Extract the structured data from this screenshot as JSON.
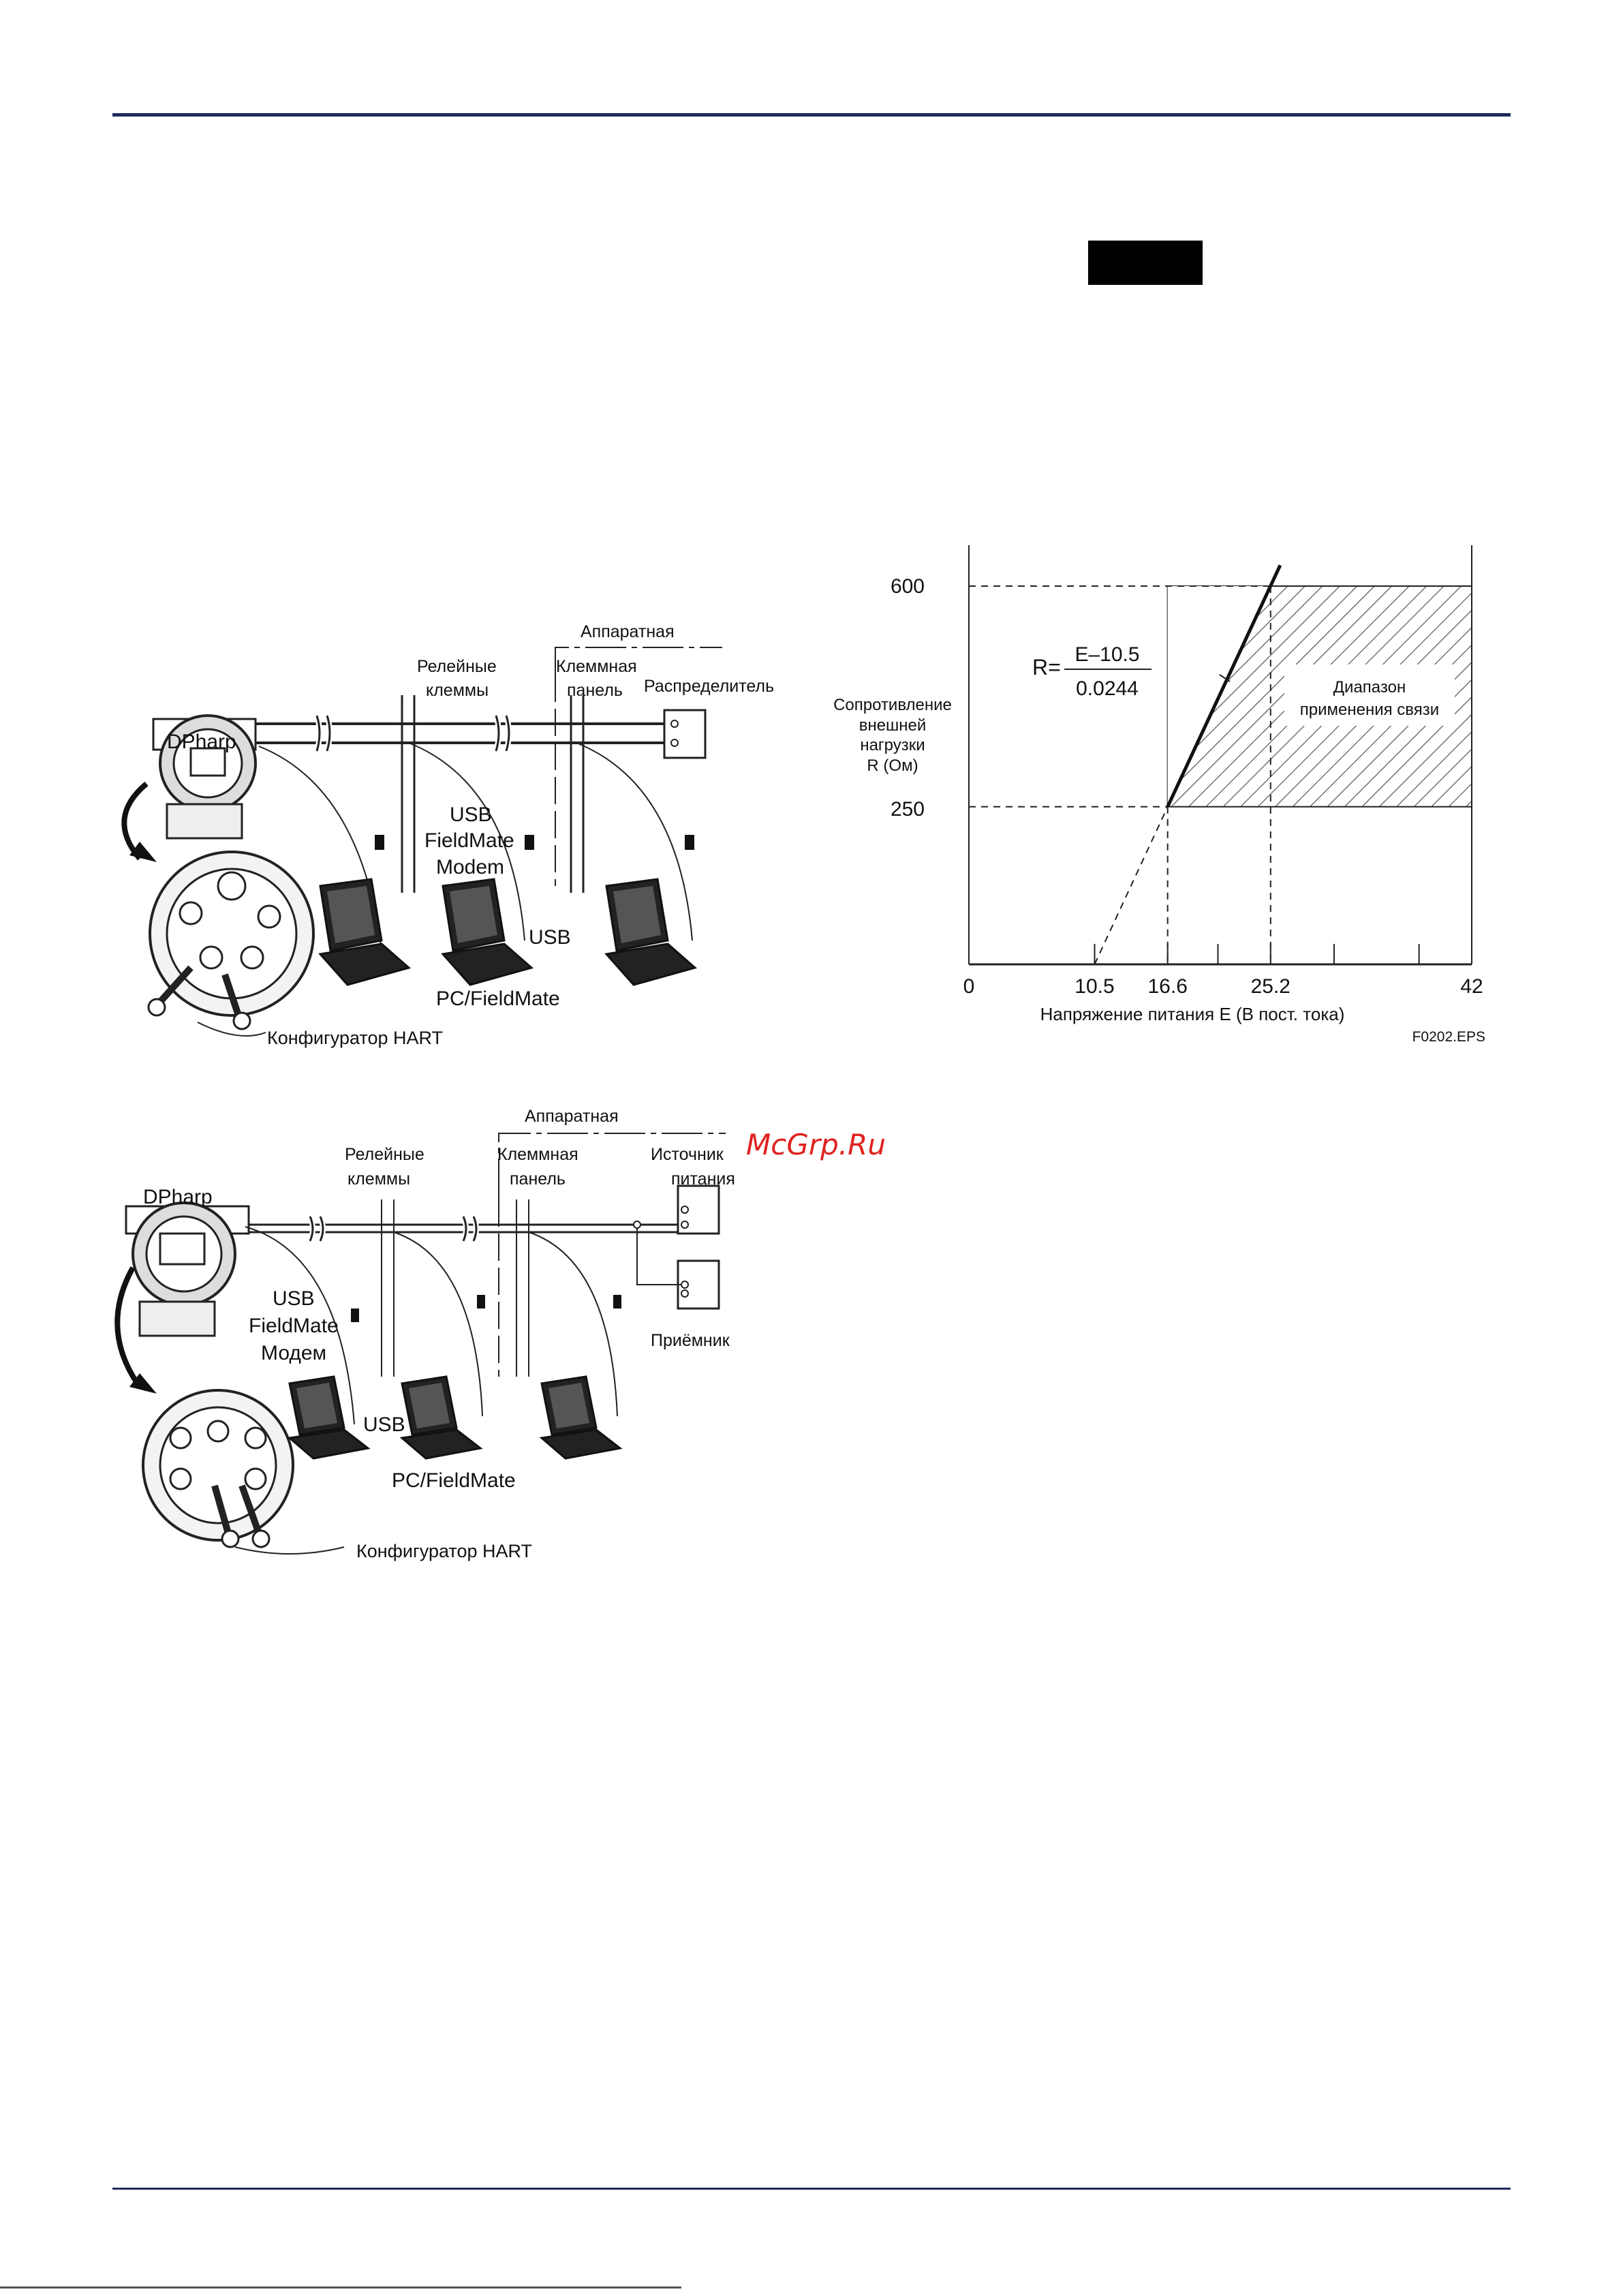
{
  "figure1": {
    "device": "DPharp",
    "relay": [
      "Релейные",
      "клеммы"
    ],
    "hardware": "Аппаратная",
    "terminal": [
      "Клеммная",
      "панель"
    ],
    "distributor": "Распределитель",
    "modem": [
      "USB",
      "FieldMate",
      "Modem"
    ],
    "usb": "USB",
    "pc": "PC/FieldMate",
    "hart": "Конфигуратор HART"
  },
  "figure2": {
    "device": "DPharp",
    "relay": [
      "Релейные",
      "клеммы"
    ],
    "hardware": "Аппаратная",
    "terminal": [
      "Клеммная",
      "панель"
    ],
    "power": [
      "Источник",
      "питания"
    ],
    "receiver": "Приёмник",
    "modem": [
      "USB",
      "FieldMate",
      "Модем"
    ],
    "usb": "USB",
    "pc": "PC/FieldMate",
    "hart": "Конфигуратор HART"
  },
  "watermark": "McGrp.Ru",
  "chart_data": {
    "type": "line",
    "title": "",
    "xlabel": "Напряжение питания E (В пост. тока)",
    "ylabel": [
      "Сопротивление",
      "внешней",
      "нагрузки",
      "R (Ом)"
    ],
    "xlim": [
      0,
      42
    ],
    "ylim": [
      0,
      600
    ],
    "x_ticks": [
      "0",
      "10.5",
      "16.6",
      "25.2",
      "42"
    ],
    "y_ticks": [
      "250",
      "600"
    ],
    "formula": {
      "lhs": "R=",
      "numerator": "E–10.5",
      "denominator": "0.0244"
    },
    "series": [
      {
        "x": [
          10.5,
          16.6,
          25.2,
          26.0
        ],
        "y": [
          0,
          250,
          600,
          633
        ]
      }
    ],
    "region_label": [
      "Диапазон",
      "применения связи"
    ],
    "region": {
      "x": [
        16.6,
        25.2,
        42,
        42
      ],
      "y": [
        250,
        600,
        600,
        250
      ]
    },
    "figure_id": "F0202.EPS"
  }
}
